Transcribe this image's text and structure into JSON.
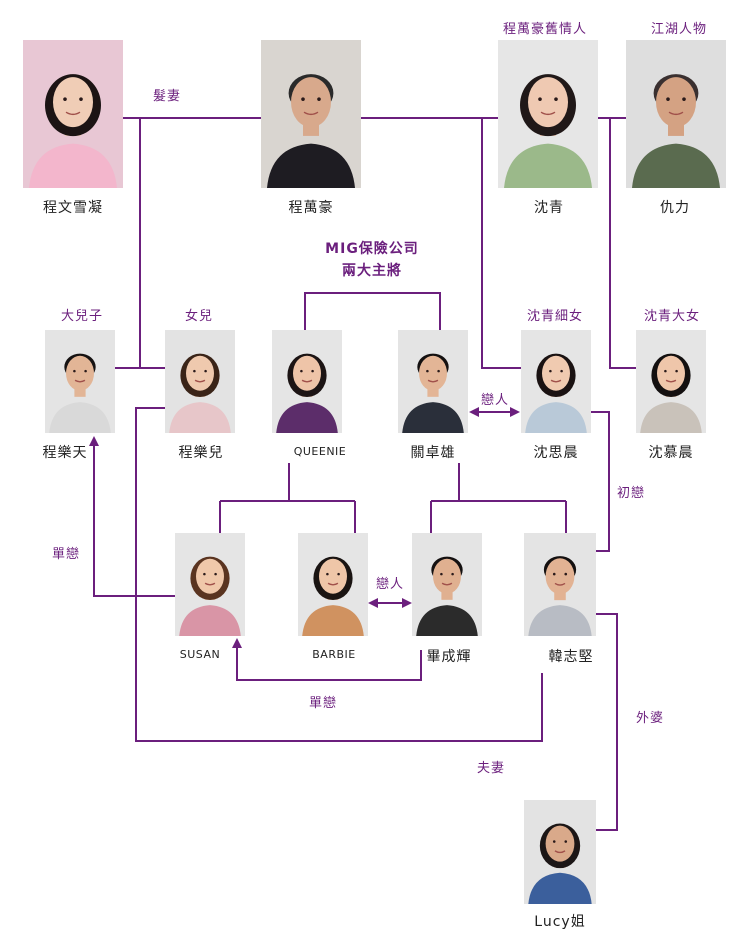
{
  "colors": {
    "accent": "#6b1f7d",
    "text": "#222222",
    "background": "#ffffff"
  },
  "company": {
    "line1": "MIG保險公司",
    "line2": "兩大主將"
  },
  "people": [
    {
      "id": "cheng_man_suet_ying",
      "name": "程文雪凝",
      "role": "",
      "icon": "portrait-woman-icon",
      "bg": "#e8c7d4",
      "hair": "#1c1414",
      "skin": "#f0cdb6",
      "cloth": "#f3b6cc"
    },
    {
      "id": "cheng_man_ho",
      "name": "程萬豪",
      "role": "",
      "icon": "portrait-man-icon",
      "bg": "#d9d5d0",
      "hair": "#2a2a2a",
      "skin": "#d8a98c",
      "cloth": "#1e1c22"
    },
    {
      "id": "shum_ching",
      "name": "沈青",
      "role": "程萬豪舊情人",
      "icon": "portrait-woman-icon",
      "bg": "#e6e6e6",
      "hair": "#201818",
      "skin": "#efc9b2",
      "cloth": "#9bb98a"
    },
    {
      "id": "chau_lik",
      "name": "仇力",
      "role": "江湖人物",
      "icon": "portrait-man-icon",
      "bg": "#dedede",
      "hair": "#3a3030",
      "skin": "#d4a283",
      "cloth": "#5a6b4f"
    },
    {
      "id": "cheng_lok_tin",
      "name": "程樂天",
      "role": "大兒子",
      "icon": "portrait-man-icon",
      "bg": "#e4e4e4",
      "hair": "#161212",
      "skin": "#e2b596",
      "cloth": "#d9d9d9"
    },
    {
      "id": "cheng_lok_yee",
      "name": "程樂兒",
      "role": "女兒",
      "icon": "portrait-woman-icon",
      "bg": "#e3e3e3",
      "hair": "#3a2418",
      "skin": "#efc9ae",
      "cloth": "#e7c6c9"
    },
    {
      "id": "queenie",
      "name": "QUEENIE",
      "role": "",
      "icon": "portrait-woman-icon",
      "bg": "#e5e5e5",
      "hair": "#1c1414",
      "skin": "#eec4a8",
      "cloth": "#5c2d6a"
    },
    {
      "id": "kwan_cheuk_hung",
      "name": "關卓雄",
      "role": "",
      "icon": "portrait-man-icon",
      "bg": "#e4e4e4",
      "hair": "#141010",
      "skin": "#e3b596",
      "cloth": "#2a2f3a"
    },
    {
      "id": "shum_sze_san",
      "name": "沈思晨",
      "role": "沈青細女",
      "icon": "portrait-woman-icon",
      "bg": "#e5e5e5",
      "hair": "#1a1212",
      "skin": "#f0cab0",
      "cloth": "#b9c9d8"
    },
    {
      "id": "shum_mo_san",
      "name": "沈慕晨",
      "role": "沈青大女",
      "icon": "portrait-woman-icon",
      "bg": "#e5e5e5",
      "hair": "#141010",
      "skin": "#efc6aa",
      "cloth": "#c9c2ba"
    },
    {
      "id": "susan",
      "name": "SUSAN",
      "role": "",
      "icon": "portrait-woman-icon",
      "bg": "#e5e5e5",
      "hair": "#5a3420",
      "skin": "#f0c8aa",
      "cloth": "#d995a6"
    },
    {
      "id": "barbie",
      "name": "BARBIE",
      "role": "",
      "icon": "portrait-woman-icon",
      "bg": "#e5e5e5",
      "hair": "#1a1412",
      "skin": "#efc6a8",
      "cloth": "#d09260"
    },
    {
      "id": "bat_sing_fai",
      "name": "畢成輝",
      "role": "",
      "icon": "portrait-man-icon",
      "bg": "#e4e4e4",
      "hair": "#141010",
      "skin": "#e0b090",
      "cloth": "#2b2b2b"
    },
    {
      "id": "hon_chi_kin",
      "name": "韓志堅",
      "role": "",
      "icon": "portrait-man-icon",
      "bg": "#e4e4e4",
      "hair": "#141010",
      "skin": "#e2b293",
      "cloth": "#b8bcc4"
    },
    {
      "id": "lucy",
      "name": "Lucy姐",
      "role": "",
      "icon": "portrait-woman-icon",
      "bg": "#e3e3e3",
      "hair": "#1c1616",
      "skin": "#d9a98a",
      "cloth": "#3b5f9c"
    }
  ],
  "relations": [
    {
      "id": "husband_wife_1",
      "label": "髮妻"
    },
    {
      "id": "lovers_1",
      "label": "戀人"
    },
    {
      "id": "first_love",
      "label": "初戀"
    },
    {
      "id": "crush_1",
      "label": "單戀"
    },
    {
      "id": "lovers_2",
      "label": "戀人"
    },
    {
      "id": "crush_2",
      "label": "單戀"
    },
    {
      "id": "husband_wife_2",
      "label": "夫妻"
    },
    {
      "id": "grandmother",
      "label": "外婆"
    }
  ]
}
